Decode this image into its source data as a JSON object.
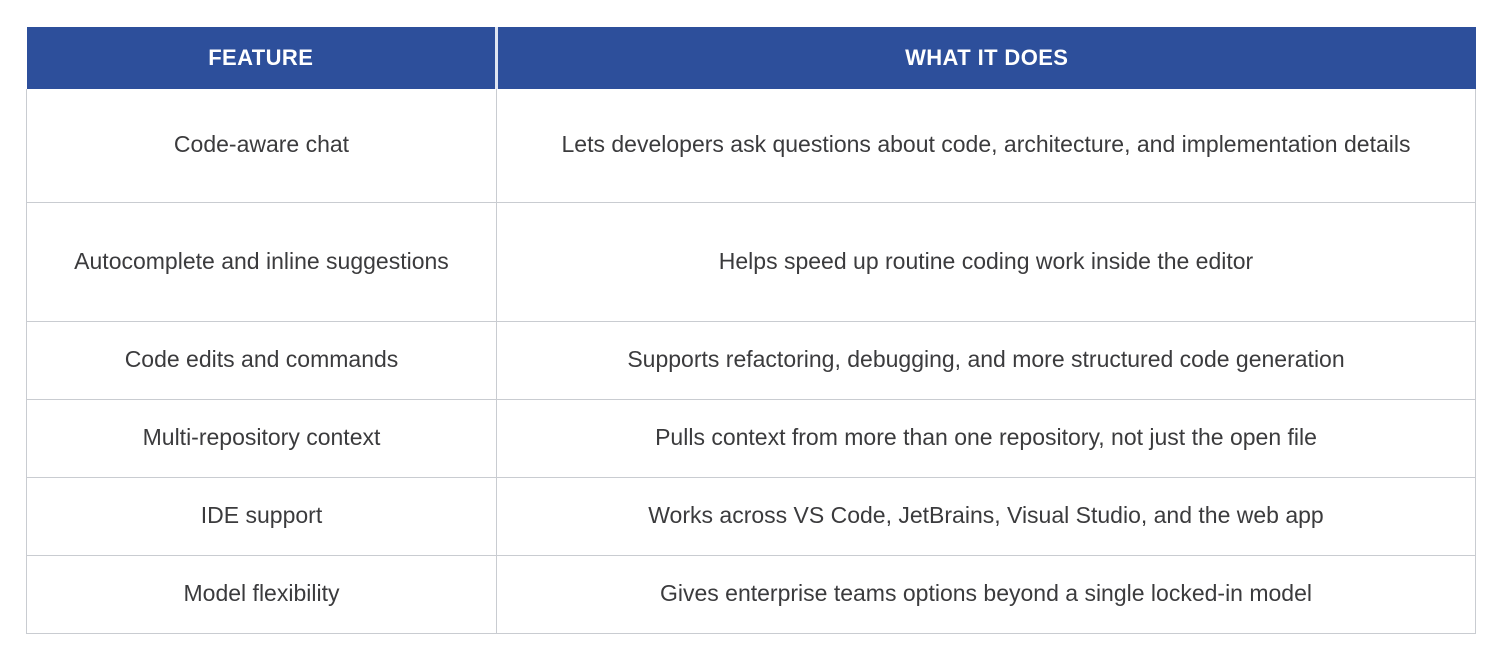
{
  "table": {
    "name": "feature-comparison-table",
    "header_background": "#2D4F9B",
    "header_text_color": "#FFFFFF",
    "body_text_color": "#3B3B3D",
    "border_color": "#C9CCD1",
    "columns": [
      {
        "key": "feature",
        "label": "FEATURE"
      },
      {
        "key": "what_it_does",
        "label": "WHAT IT DOES"
      }
    ],
    "rows": [
      {
        "feature": "Code-aware chat",
        "what_it_does": "Lets developers ask questions about code, architecture, and implementation details"
      },
      {
        "feature": "Autocomplete and inline suggestions",
        "what_it_does": "Helps speed up routine coding work inside the editor"
      },
      {
        "feature": "Code edits and commands",
        "what_it_does": "Supports refactoring, debugging, and more structured code generation"
      },
      {
        "feature": "Multi-repository context",
        "what_it_does": "Pulls context from more than one repository, not just the open file"
      },
      {
        "feature": "IDE support",
        "what_it_does": "Works across VS Code, JetBrains, Visual Studio, and the web app"
      },
      {
        "feature": "Model flexibility",
        "what_it_does": "Gives enterprise teams options beyond a single locked-in model"
      }
    ]
  }
}
